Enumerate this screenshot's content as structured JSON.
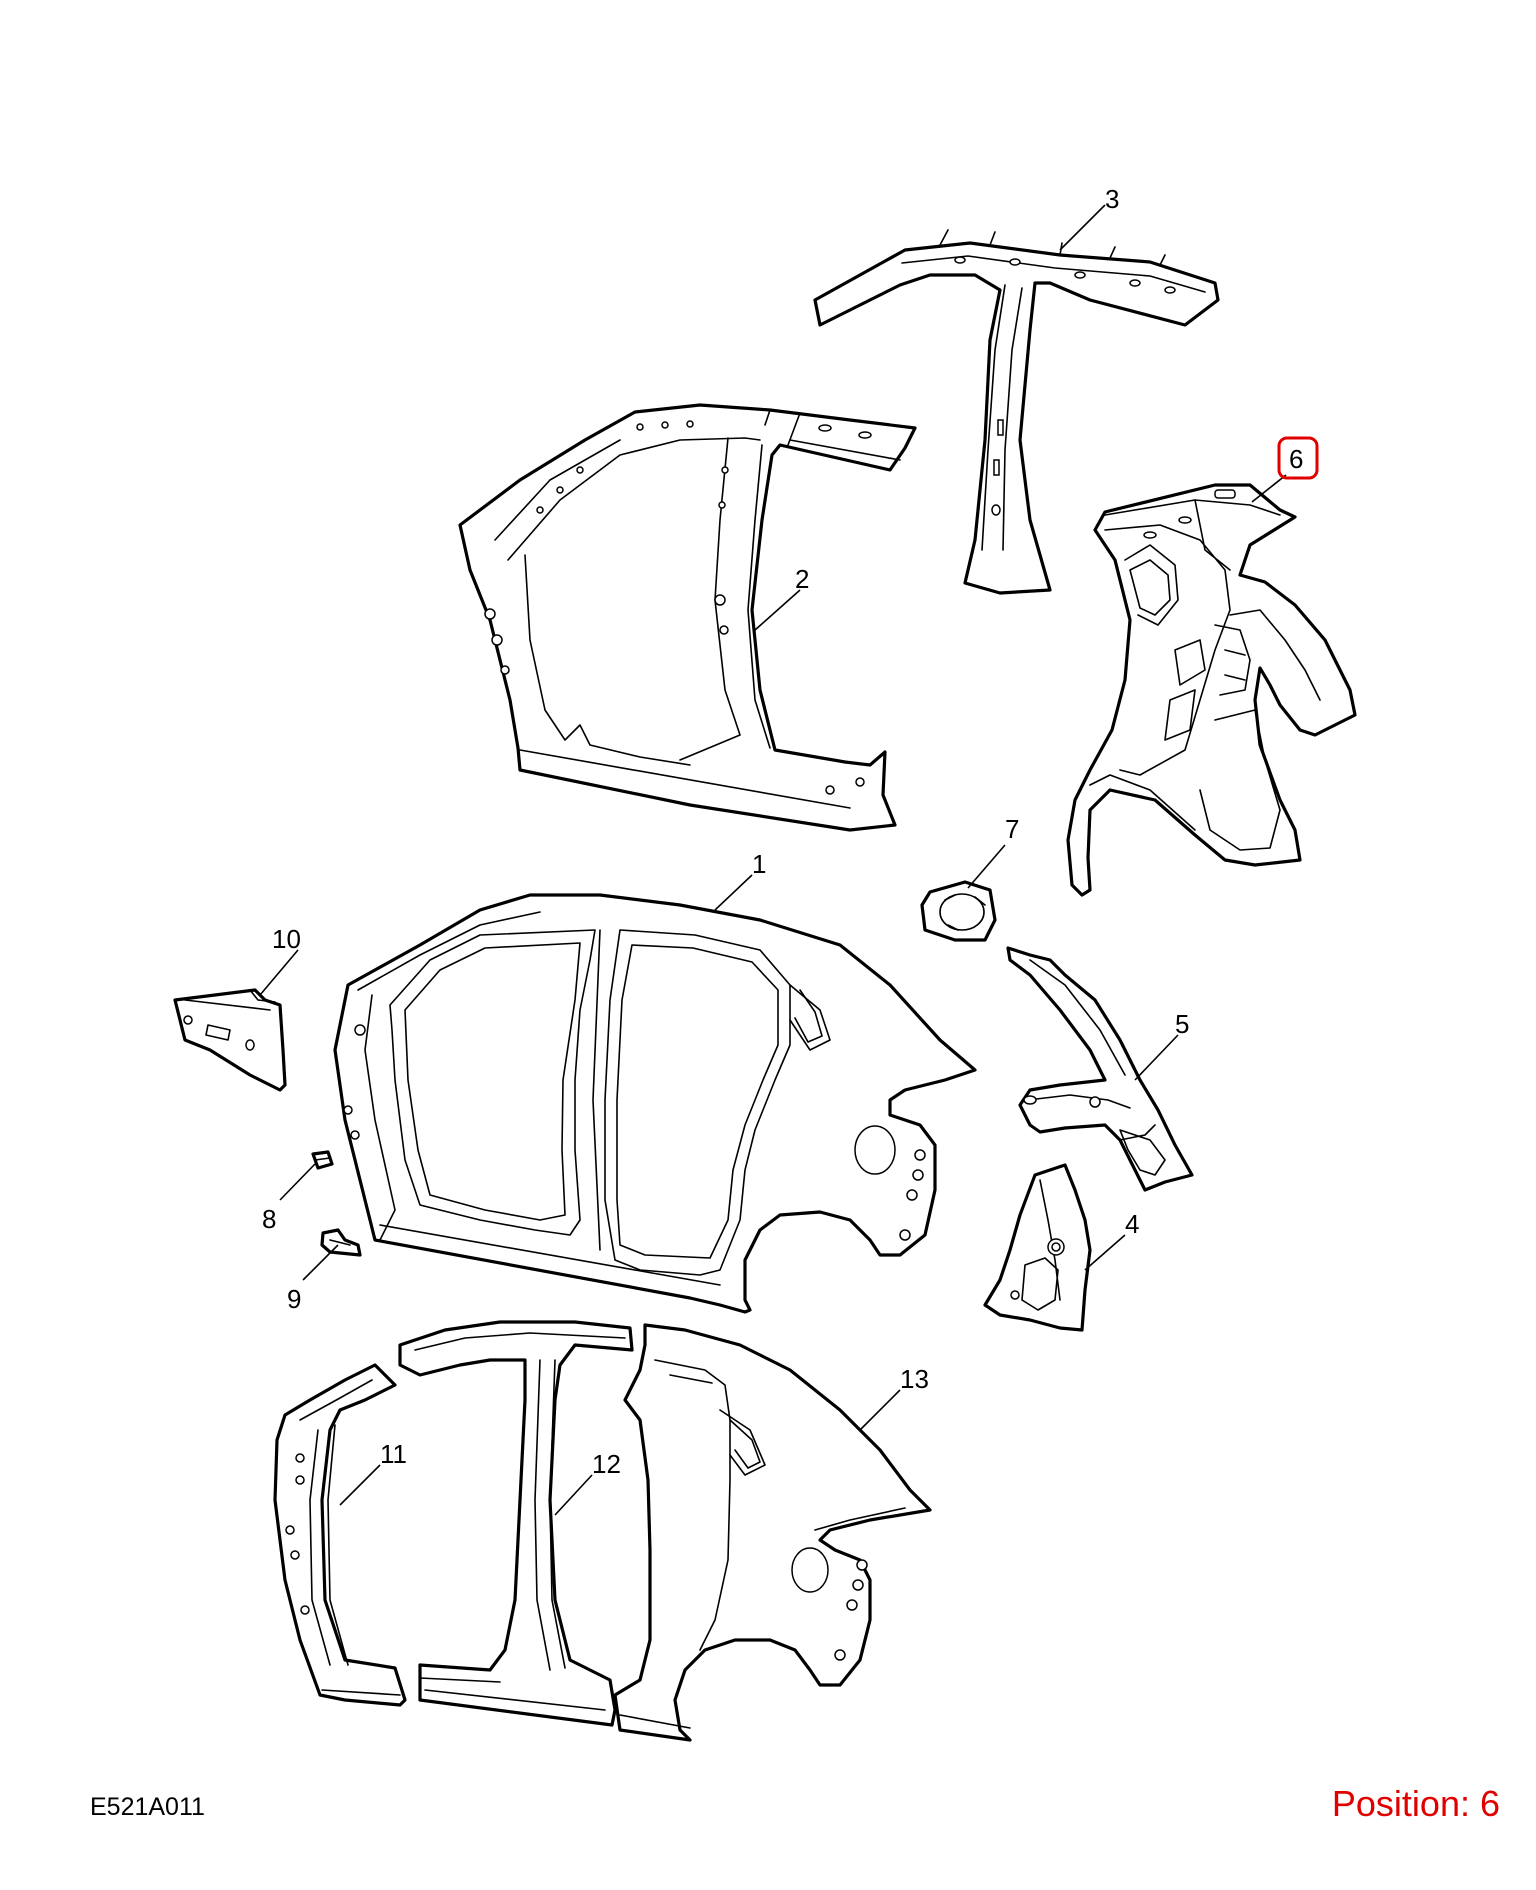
{
  "drawing_code": "E521A011",
  "position_label": "Position: 6",
  "selected_callout": "6",
  "colors": {
    "line": "#000000",
    "highlight": "#e00000",
    "background": "#ffffff"
  },
  "callouts": [
    {
      "id": "1",
      "label": "1"
    },
    {
      "id": "2",
      "label": "2"
    },
    {
      "id": "3",
      "label": "3"
    },
    {
      "id": "4",
      "label": "4"
    },
    {
      "id": "5",
      "label": "5"
    },
    {
      "id": "6",
      "label": "6"
    },
    {
      "id": "7",
      "label": "7"
    },
    {
      "id": "8",
      "label": "8"
    },
    {
      "id": "9",
      "label": "9"
    },
    {
      "id": "10",
      "label": "10"
    },
    {
      "id": "11",
      "label": "11"
    },
    {
      "id": "12",
      "label": "12"
    },
    {
      "id": "13",
      "label": "13"
    }
  ]
}
